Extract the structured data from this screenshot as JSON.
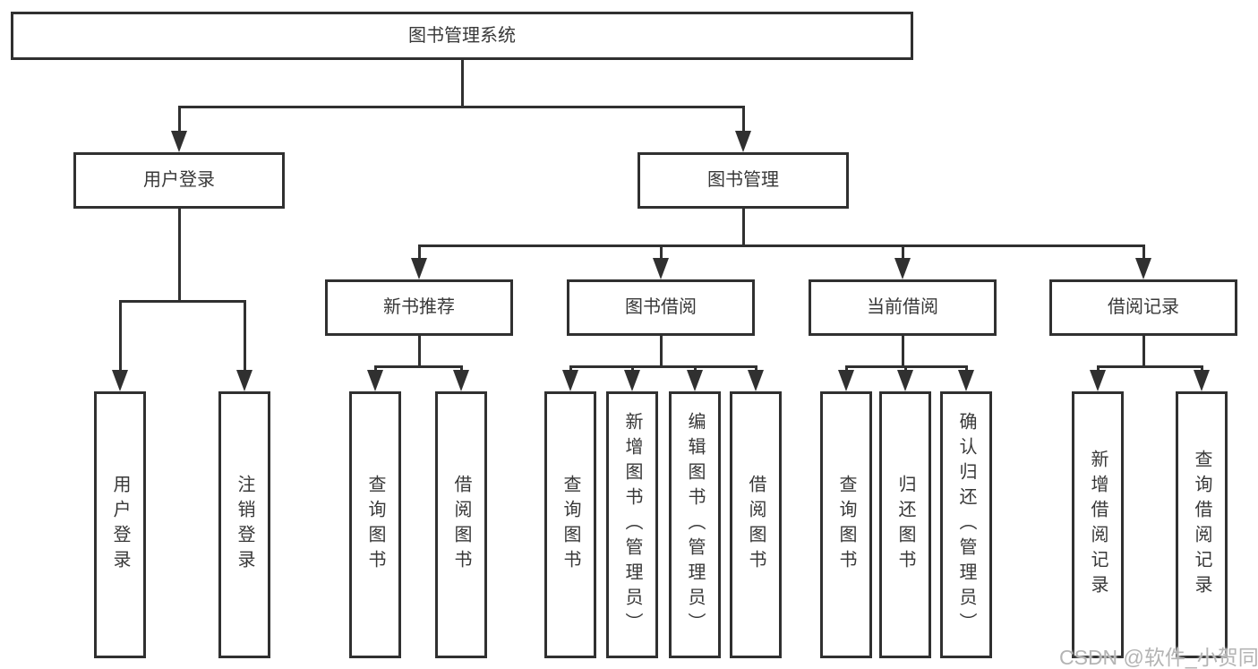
{
  "diagram": {
    "type": "hierarchy-tree",
    "root": {
      "label": "图书管理系统"
    },
    "user_login": {
      "label": "用户登录"
    },
    "book_management": {
      "label": "图书管理"
    },
    "new_book_recommend": {
      "label": "新书推荐"
    },
    "book_borrowing": {
      "label": "图书借阅"
    },
    "current_borrowing": {
      "label": "当前借阅"
    },
    "borrowing_records": {
      "label": "借阅记录"
    },
    "leaves": {
      "user_login": {
        "label": "用户登录"
      },
      "logout": {
        "label": "注销登录"
      },
      "recommend_query_book": {
        "label": "查询图书"
      },
      "recommend_borrow_book": {
        "label": "借阅图书"
      },
      "borrowing_query_book": {
        "label": "查询图书"
      },
      "borrowing_add_book_admin": {
        "label": "新增图书（管理员）"
      },
      "borrowing_edit_book_admin": {
        "label": "编辑图书（管理员）"
      },
      "borrowing_borrow_book": {
        "label": "借阅图书"
      },
      "current_query_book": {
        "label": "查询图书"
      },
      "current_return_book": {
        "label": "归还图书"
      },
      "current_confirm_return_admin": {
        "label": "确认归还（管理员）"
      },
      "records_add_record": {
        "label": "新增借阅记录"
      },
      "records_query_record": {
        "label": "查询借阅记录"
      }
    }
  },
  "watermark": {
    "text": "CSDN @软件_小贺同学"
  },
  "colors": {
    "line": "#303030",
    "text": "#383838",
    "watermark": "#b4b4b4",
    "background": "#ffffff"
  }
}
